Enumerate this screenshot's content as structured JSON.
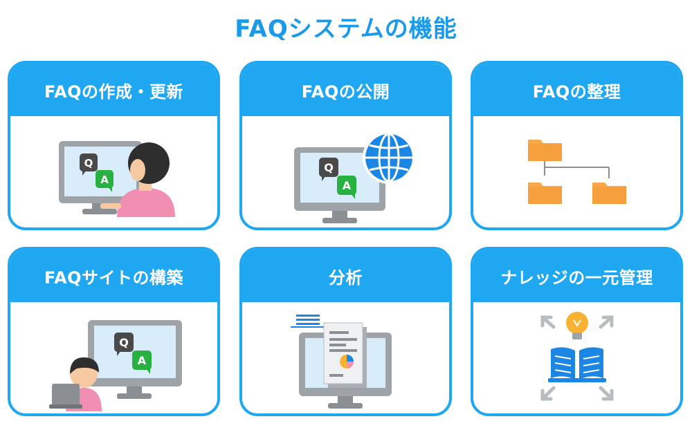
{
  "title": "FAQシステムの機能",
  "cards": [
    {
      "label": "FAQの作成・更新"
    },
    {
      "label": "FAQの公開"
    },
    {
      "label": "FAQの整理"
    },
    {
      "label": "FAQサイトの構築"
    },
    {
      "label": "分析"
    },
    {
      "label": "ナレッジの一元管理"
    }
  ],
  "bubble_text": {
    "q": "Q",
    "a": "A"
  },
  "colors": {
    "accent": "#1fa7f2",
    "title": "#1a9ae8",
    "monitor": "#9ea3a8",
    "screen": "#d8ecfa",
    "bubble_q": "#4a4a4a",
    "bubble_a": "#28b040",
    "skin": "#f7c9a3",
    "shirt": "#f18fb3",
    "folder": "#f7a94a",
    "bulb": "#f7b233",
    "arrow": "#b7bcc1"
  }
}
